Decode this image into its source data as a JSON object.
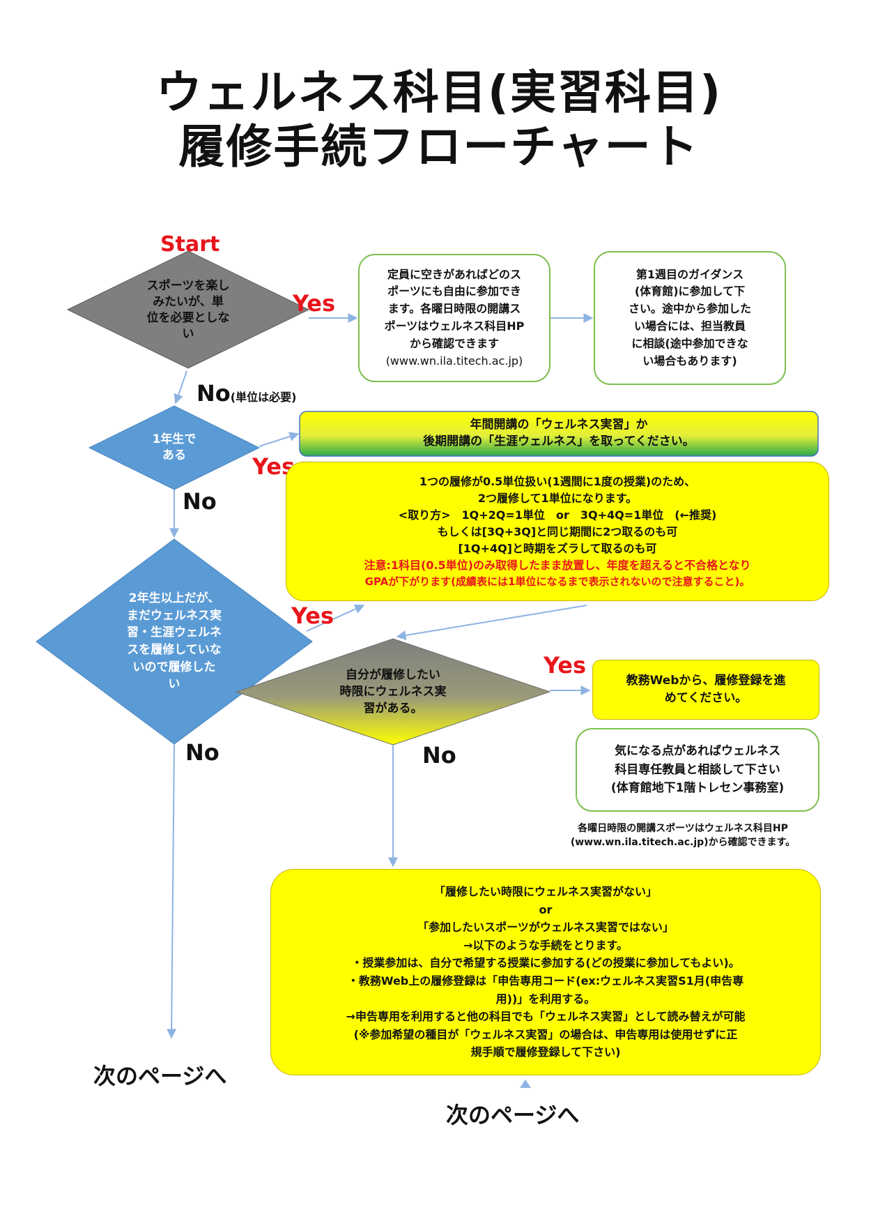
{
  "title": {
    "line1": "ウェルネス科目(実習科目)",
    "line2": "履修手続フローチャート"
  },
  "start_label": "Start",
  "decision_sports": [
    "スポーツを楽し",
    "みたいが、単",
    "位を必要としな",
    "い"
  ],
  "yes_label": "Yes",
  "no_label": "No",
  "no_credit_note": "(単位は必要)",
  "box_free_join": [
    "定員に空きがあればどのス",
    "ポーツにも自由に参加でき",
    "ます。各曜日時限の開講ス",
    "ポーツはウェルネス科目HP",
    "から確認できます",
    "(www.wn.ila.titech.ac.jp)"
  ],
  "box_guidance": [
    "第1週目のガイダンス",
    "(体育館)に参加して下",
    "さい。途中から参加した",
    "い場合には、担当教員",
    "に相談(途中参加できな",
    "い場合もあります)"
  ],
  "decision_first_year": [
    "1年生で",
    "ある"
  ],
  "box_first_year": [
    "年間開講の「ウェルネス実習」か",
    "後期開講の「生涯ウェルネス」を取ってください。"
  ],
  "box_half_credit": {
    "lines": [
      "1つの履修が0.5単位扱い(1週間に1度の授業)のため、",
      "2つ履修して1単位になります。",
      "<取り方>　1Q+2Q=1単位　or　3Q+4Q=1単位　(←推奨)",
      "もしくは[3Q+3Q]と同じ期間に2つ取るのも可",
      "[1Q+4Q]と時期をズラして取るのも可"
    ],
    "warning_lines": [
      "注意:1科目(0.5単位)のみ取得したまま放置し、年度を超えると不合格となり",
      "GPAが下がります(成績表には1単位になるまで表示されないので注意すること)。"
    ]
  },
  "decision_second_year": [
    "2年生以上だが、",
    "まだウェルネス実",
    "習・生涯ウェルネ",
    "スを履修していな",
    "いので履修した",
    "い"
  ],
  "decision_period": [
    "自分が履修したい",
    "時限にウェルネス実",
    "習がある。"
  ],
  "box_register": [
    "教務Webから、履修登録を進",
    "めてください。"
  ],
  "box_consult": [
    "気になる点があればウェルネス",
    "科目専任教員と相談して下さい",
    "(体育館地下1階トレセン事務室)"
  ],
  "note_hp": [
    "各曜日時限の開講スポーツはウェルネス科目HP",
    "(www.wn.ila.titech.ac.jp)から確認できます。"
  ],
  "box_self_report": [
    "「履修したい時限にウェルネス実習がない」",
    "or",
    "「参加したいスポーツがウェルネス実習ではない」",
    "→以下のような手続をとります。",
    "・授業参加は、自分で希望する授業に参加する(どの授業に参加してもよい)。",
    "・教務Web上の履修登録は「申告専用コード(ex:ウェルネス実習S1月(申告専",
    "用))」を利用する。",
    "→申告専用を利用すると他の科目でも「ウェルネス実習」として読み替えが可能",
    "(※参加希望の種目が「ウェルネス実習」の場合は、申告専用は使用せずに正",
    "規手順で履修登録して下さい)"
  ],
  "next_page": "次のページへ",
  "colors": {
    "decision_blue": "#5b9bd5",
    "decision_gray": "#7f7f7f",
    "yes_red": "#e8151b",
    "box_yellow": "#ffff00",
    "border_green": "#7dbf4f",
    "arrow_blue": "#8db3e2"
  }
}
